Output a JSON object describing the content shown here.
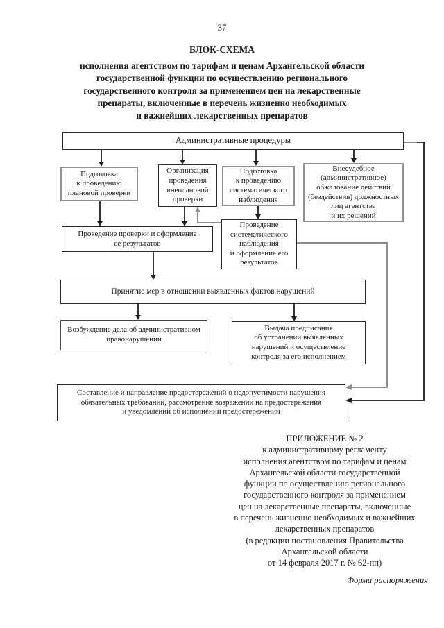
{
  "page": {
    "number": "37"
  },
  "header": {
    "title": "БЛОК-СХЕМА",
    "subtitle_lines": [
      "исполнения агентством по тарифам и ценам Архангельской области",
      "государственной функции по осуществлению регионального",
      "государственного контроля за применением цен на лекарственные",
      "препараты, включенные в перечень жизненно необходимых",
      "и важнейших лекарственных препаратов"
    ]
  },
  "flowchart": {
    "admin": "Административные процедуры",
    "prep_planned": "Подготовка\nк проведению\nплановой проверки",
    "org_unplanned": "Организация\nпроведения\nвнеплановой\nпроверки",
    "prep_systematic": "Подготовка\nк проведению\nсистематического\nнаблюдения",
    "appeal": "Внесудебное\n(административное)\nобжалование действий\n(бездействия) должностных\nлиц агентства\nи их решений",
    "conduct_check": "Проведение проверки и оформление\nее результатов",
    "conduct_systematic": "Проведение\nсистематического\nнаблюдения\nи оформление его\nрезультатов",
    "take_measures": "Принятие мер в отношении выявленных фактов нарушений",
    "initiate_case": "Возбуждение дела об административном\nправонарушении",
    "issue_order": "Выдача предписания\nоб устранении выявленных\nнарушений и осуществление\nконтроля за его исполнением",
    "warnings": "Составление и направление предостережений о недопустимости нарушения\nобязательных требований, рассмотрение возражений на предостережения\nи уведомлений об исполнении предостережений"
  },
  "annotation": {
    "lines": [
      "ПРИЛОЖЕНИЕ № 2",
      "к административному регламенту",
      "исполнения агентством по тарифам и ценам",
      "Архангельской области государственной",
      "функции по осуществлению регионального",
      "государственного контроля за применением",
      "цен на лекарственные препараты, включенные",
      "в перечень жизненно необходимых и важнейших",
      "лекарственных препаратов",
      "(в редакции постановления Правительства",
      "Архангельской области",
      "от 14 февраля 2017 г. № 62-пп)"
    ],
    "form_label": "Форма распоряжения"
  },
  "colors": {
    "line_dark": "#1f1f1f",
    "line_gray": "#8f8f8f"
  }
}
